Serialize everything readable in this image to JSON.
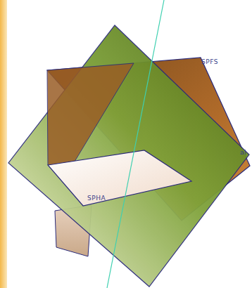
{
  "diagram": {
    "labels": [
      "SPFS",
      "SPHA",
      "al"
    ]
  }
}
